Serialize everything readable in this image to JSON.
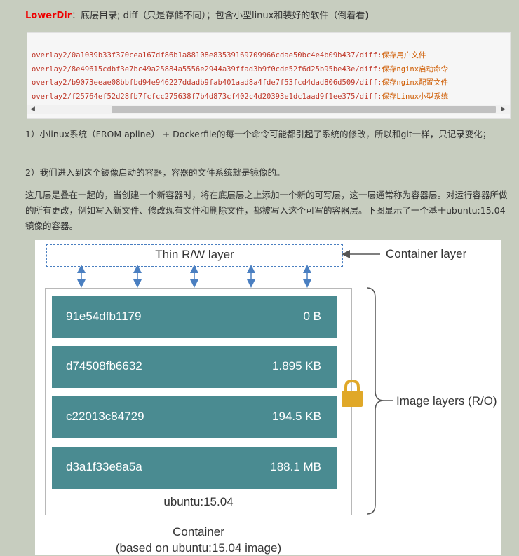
{
  "heading": {
    "keyword": "LowerDir",
    "text": "：底层目录; diff（只是存储不同）；包含小型linux和装好的软件（倒着看)"
  },
  "code": {
    "lines": [
      {
        "hash": "overlay2/0a1039b33f370cea167df86b1a88108e83539169709966cdae50bc4e4b09b437/diff:",
        "note": "保存用户文件"
      },
      {
        "hash": "overlay2/8e49615cdbf3e7bc49a25884a5556e2944a39ffad3b9f0cde52f6d25b95be43e/diff:",
        "note": "保存nginx启动命令"
      },
      {
        "hash": "overlay2/b9073eeae08bbfbd94e946227ddadb9fab401aad8a4fde7f53fcd4dad806d509/diff:",
        "note": "保存nginx配置文件"
      },
      {
        "hash": "overlay2/f25764ef52d28fb7fcfcc275638f7b4d873cf402c4d20393e1dc1aad9f1ee375/diff:",
        "note": "保存Linux小型系统"
      }
    ],
    "scroll_left": "◀",
    "scroll_right": "▶"
  },
  "paragraphs": {
    "p1": "1）小linux系统（FROM apline） + Dockerfile的每一个命令可能都引起了系统的修改，所以和git一样，只记录变化；",
    "p2": "2）我们进入到这个镜像启动的容器，容器的文件系统就是镜像的。",
    "p3": "这几层是叠在一起的，当创建一个新容器时，将在底层层之上添加一个新的可写层，这一层通常称为容器层。对运行容器所做的所有更改，例如写入新文件、修改现有文件和删除文件，都被写入这个可写的容器层。下图显示了一个基于ubuntu:15.04镜像的容器。"
  },
  "figure": {
    "thin_layer": "Thin R/W layer",
    "container_layer": "Container layer",
    "layers": [
      {
        "id": "91e54dfb1179",
        "size": "0 B"
      },
      {
        "id": "d74508fb6632",
        "size": "1.895 KB"
      },
      {
        "id": "c22013c84729",
        "size": "194.5 KB"
      },
      {
        "id": "d3a1f33e8a5a",
        "size": "188.1 MB"
      }
    ],
    "base_image": "ubuntu:15.04",
    "image_layers": "Image layers (R/O)",
    "caption_line1": "Container",
    "caption_line2": "(based on ubuntu:15.04 image)",
    "colors": {
      "layer": "#4a8b91",
      "arrow": "#4a7fc1",
      "lock": "#e0a828"
    }
  }
}
